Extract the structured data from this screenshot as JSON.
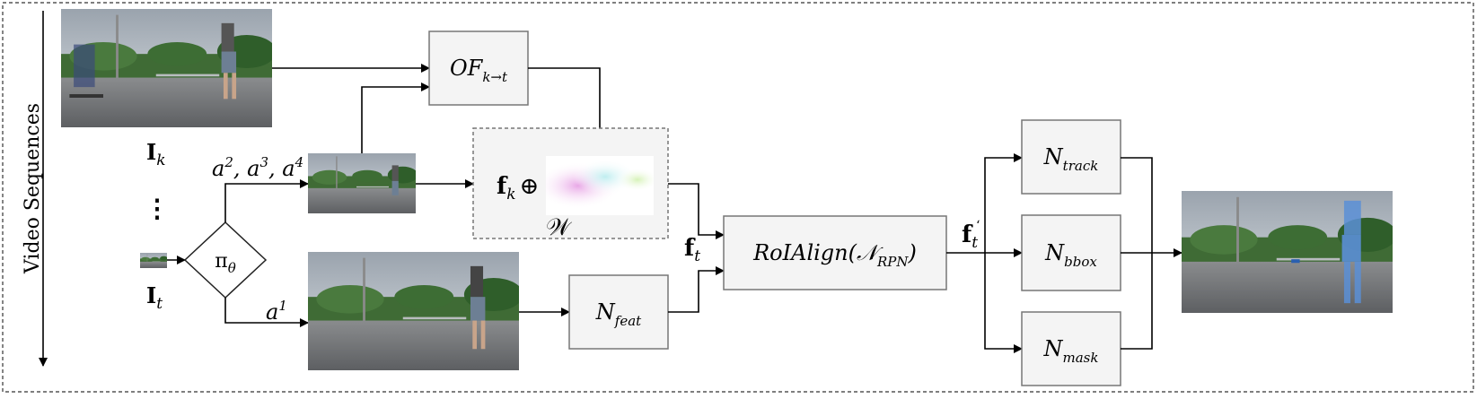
{
  "side_label": "Video Sequences",
  "labels": {
    "I_k_base": "I",
    "I_k_sub": "k",
    "I_t_base": "I",
    "I_t_sub": "t",
    "dots": "⋮",
    "a1": "a",
    "a1_sup": "1",
    "a234": "a",
    "a234_sup2": "2",
    "a234_sep1": ", a",
    "a234_sup3": "3",
    "a234_sep2": ", a",
    "a234_sup4": "4",
    "policy_base": "π",
    "policy_sub": "θ",
    "fk_base": "f",
    "fk_sub": "k",
    "oplus": "⊕",
    "W": "𝒲",
    "ft_base": "f",
    "ft_sub": "t",
    "ftp_base": "f",
    "ftp_sub": "t",
    "ftp_prime": "‘"
  },
  "boxes": {
    "of": {
      "base": "OF",
      "sub": "k→t"
    },
    "nfeat": {
      "base": "N",
      "sub": "feat"
    },
    "roi": {
      "main": "RoIAlign(",
      "inner": "𝒩",
      "sub": "RPN",
      "close": ")"
    },
    "ntrack": {
      "base": "N",
      "sub": "track"
    },
    "nbbox": {
      "base": "N",
      "sub": "bbox"
    },
    "nmask": {
      "base": "N",
      "sub": "mask"
    }
  },
  "colors": {
    "box_fill": "#f4f4f4",
    "box_stroke": "#777777",
    "mask": "#5b8fd6"
  }
}
